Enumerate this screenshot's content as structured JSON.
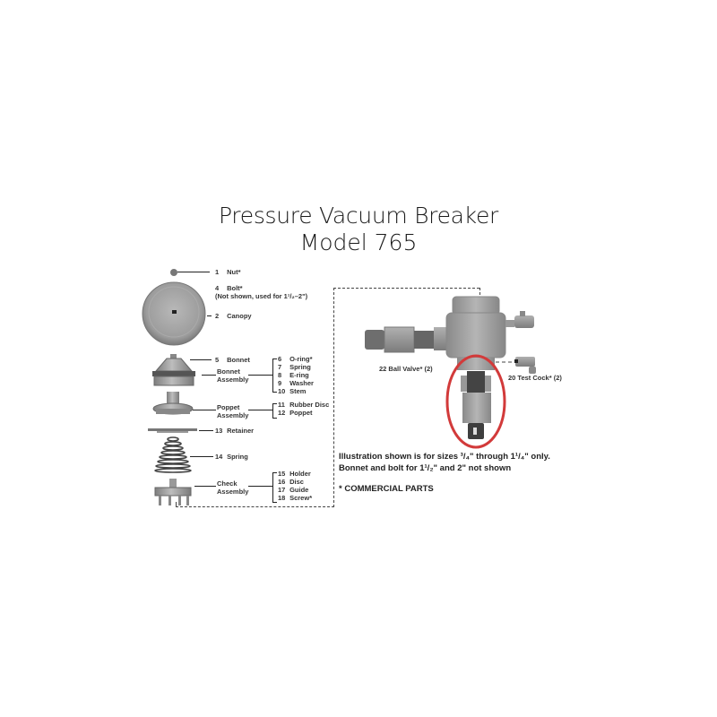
{
  "title": {
    "line1": "Pressure Vacuum Breaker",
    "line2": "Model 765"
  },
  "parts": [
    {
      "num": "1",
      "name": "Nut*"
    },
    {
      "num": "4",
      "name": "Bolt*",
      "note": "(Not shown, used for 1¹/₂–2\")"
    },
    {
      "num": "2",
      "name": "Canopy"
    },
    {
      "num": "5",
      "name": "Bonnet"
    },
    {
      "num": "13",
      "name": "Retainer"
    },
    {
      "num": "14",
      "name": "Spring"
    }
  ],
  "assemblies": {
    "bonnet": {
      "label_line1": "Bonnet",
      "label_line2": "Assembly",
      "items": [
        {
          "num": "6",
          "name": "O-ring*"
        },
        {
          "num": "7",
          "name": "Spring"
        },
        {
          "num": "8",
          "name": "E-ring"
        },
        {
          "num": "9",
          "name": "Washer"
        },
        {
          "num": "10",
          "name": "Stem"
        }
      ]
    },
    "poppet": {
      "label_line1": "Poppet",
      "label_line2": "Assembly",
      "items": [
        {
          "num": "11",
          "name": "Rubber Disc"
        },
        {
          "num": "12",
          "name": "Poppet"
        }
      ]
    },
    "check": {
      "label_line1": "Check",
      "label_line2": "Assembly",
      "items": [
        {
          "num": "15",
          "name": "Holder"
        },
        {
          "num": "16",
          "name": "Disc"
        },
        {
          "num": "17",
          "name": "Guide"
        },
        {
          "num": "18",
          "name": "Screw*"
        }
      ]
    }
  },
  "body_parts": {
    "ball_valve": "22  Ball Valve* (2)",
    "test_cock": "20  Test Cock* (2)"
  },
  "notes": {
    "line1": "Illustration shown is for sizes ³/₄\" through 1¹/₄\" only.",
    "line2": "Bonnet and bolt for 1¹/₂\" and 2\" not shown",
    "commercial": "* COMMERCIAL PARTS"
  },
  "colors": {
    "highlight_circle": "#d23a3a",
    "metal": "#9a9a9a",
    "dash": "#444444"
  }
}
